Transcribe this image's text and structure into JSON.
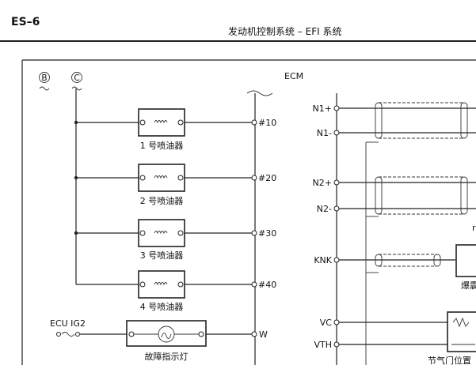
{
  "page": {
    "code": "ES–6",
    "header": "发动机控制系统 – EFI 系统"
  },
  "diagram": {
    "connectors": {
      "b": "B",
      "c": "C"
    },
    "ecm_label": "ECM",
    "injectors": [
      {
        "label": "1 号喷油器",
        "pin": "#10"
      },
      {
        "label": "2 号喷油器",
        "pin": "#20"
      },
      {
        "label": "3 号喷油器",
        "pin": "#30"
      },
      {
        "label": "4 号喷油器",
        "pin": "#40"
      }
    ],
    "malfunction_lamp": {
      "label": "故障指示灯",
      "pin": "W",
      "supply": "ECU IG2"
    },
    "right_pins": [
      "N1+",
      "N1-",
      "N2+",
      "N2-",
      "KNK",
      "VC",
      "VTH"
    ],
    "right_partial_labels": {
      "knock": "爆震",
      "throttle": "节气门位置"
    }
  }
}
